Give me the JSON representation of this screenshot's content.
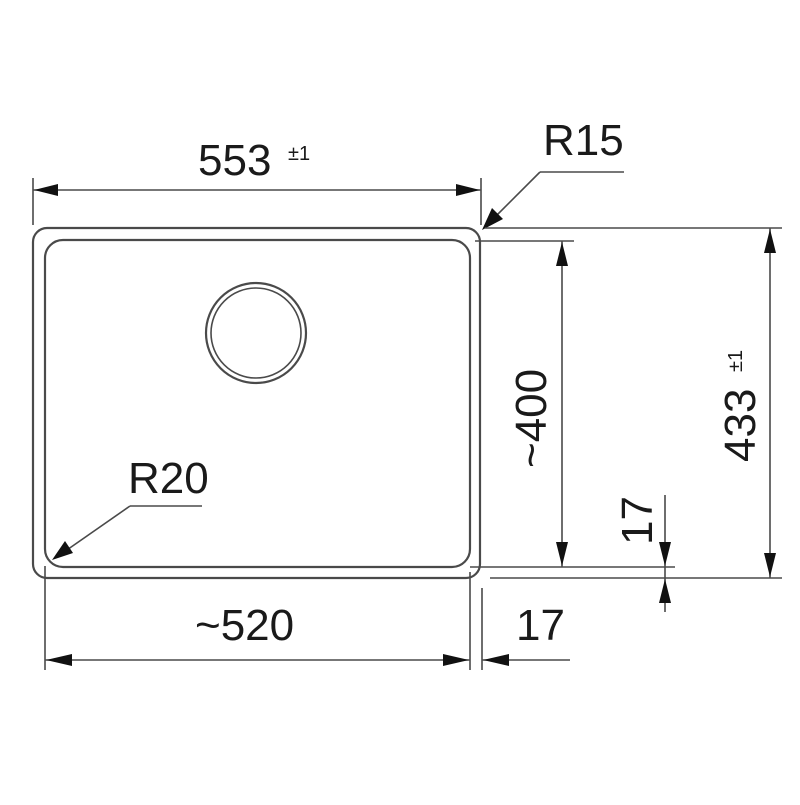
{
  "drawing": {
    "title": "Undermount sink dimension drawing",
    "line_color": "#4a4a4a",
    "text_color": "#1a1a1a",
    "dimensions": {
      "overall_width": {
        "value": "553",
        "tolerance": "±1"
      },
      "overall_depth": {
        "value": "433",
        "tolerance": "±1"
      },
      "bowl_width": {
        "value": "~520"
      },
      "bowl_depth": {
        "value": "~400"
      },
      "rim_right": {
        "value": "17"
      },
      "rim_bottom": {
        "value": "17"
      },
      "outer_corner_radius": {
        "value": "R15"
      },
      "inner_corner_radius": {
        "value": "R20"
      }
    },
    "features": {
      "drain": "drain-circle"
    }
  }
}
